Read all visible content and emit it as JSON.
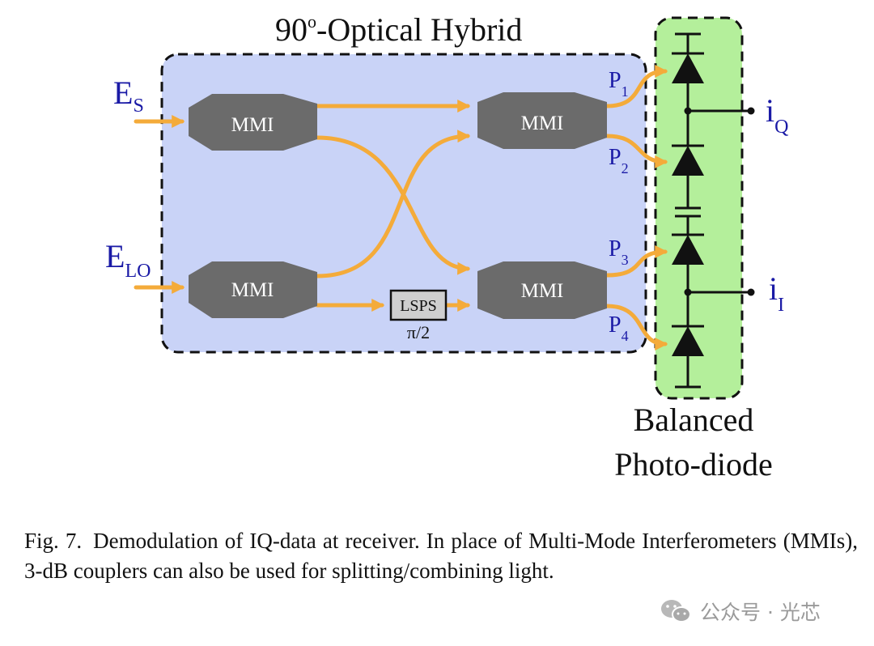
{
  "title_main": "90",
  "title_sup": "o",
  "title_rest": "-Optical Hybrid",
  "inputs": {
    "signal": {
      "main": "E",
      "sub": "S"
    },
    "lo": {
      "main": "E",
      "sub": "LO"
    }
  },
  "mmi_label": "MMI",
  "phase_shifter": {
    "label": "LSPS",
    "value": "π/2"
  },
  "ports": [
    {
      "main": "P",
      "sub": "1"
    },
    {
      "main": "P",
      "sub": "2"
    },
    {
      "main": "P",
      "sub": "3"
    },
    {
      "main": "P",
      "sub": "4"
    }
  ],
  "outputs": {
    "q": {
      "main": "i",
      "sub": "Q"
    },
    "i": {
      "main": "i",
      "sub": "I"
    }
  },
  "detector_label_line1": "Balanced",
  "detector_label_line2": "Photo-diode",
  "caption": {
    "fig": "Fig. 7.",
    "text": "Demodulation of IQ-data at receiver. In place of Multi-Mode Interferometers (MMIs), 3-dB couplers can also be used for splitting/combining light."
  },
  "watermark": "公众号 · 光芯",
  "colors": {
    "hybrid_fill": "#c9d3f7",
    "detector_fill": "#b4ef9b",
    "waveguide": "#f4ab3a",
    "mmi": "#6b6b6b",
    "label_blue": "#1a1aa6"
  }
}
